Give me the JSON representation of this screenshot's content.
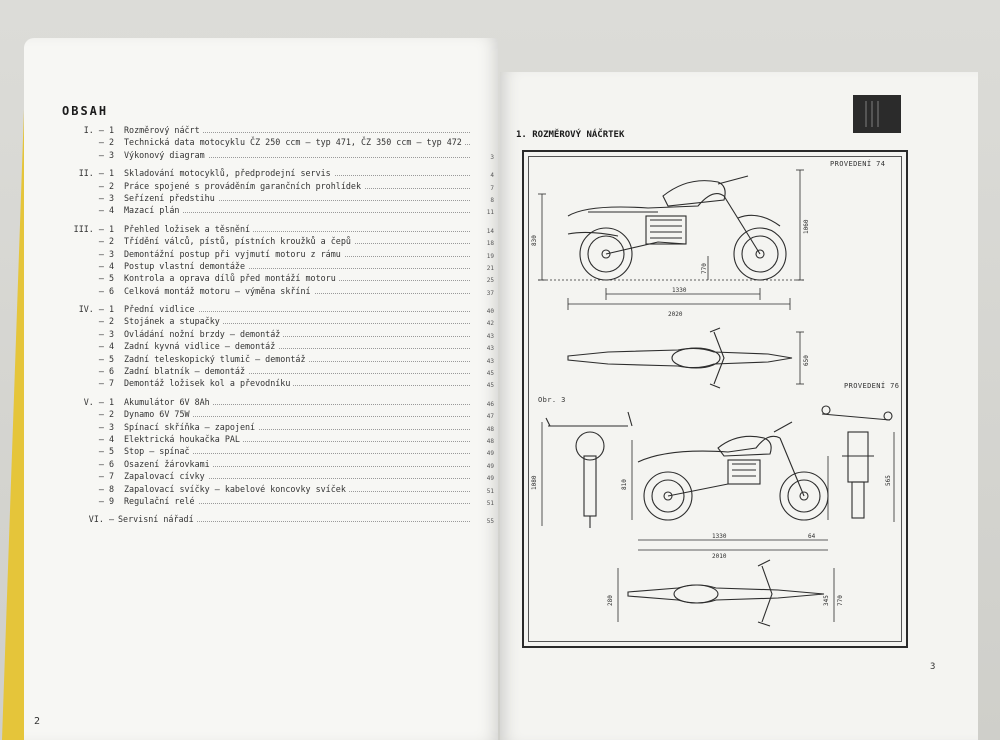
{
  "left_page": {
    "title": "OBSAH",
    "page_number": "2",
    "sections": [
      {
        "roman": "I.",
        "items": [
          {
            "num": "1",
            "text": "Rozměrový náčrt",
            "page": ""
          },
          {
            "num": "2",
            "text": "Technická data motocyklu ČZ 250 ccm — typ 471, ČZ 350 ccm — typ 472",
            "page": ""
          },
          {
            "num": "3",
            "text": "Výkonový diagram",
            "page": "3"
          }
        ]
      },
      {
        "roman": "II.",
        "items": [
          {
            "num": "1",
            "text": "Skladování motocyklů, předprodejní servis",
            "page": "4"
          },
          {
            "num": "2",
            "text": "Práce spojené s prováděním garančních prohlídek",
            "page": "7"
          },
          {
            "num": "3",
            "text": "Seřízení předstihu",
            "page": "8"
          },
          {
            "num": "4",
            "text": "Mazací plán",
            "page": "11"
          }
        ]
      },
      {
        "roman": "III.",
        "items": [
          {
            "num": "1",
            "text": "Přehled ložisek a těsnění",
            "page": "14"
          },
          {
            "num": "2",
            "text": "Třídění válců, pístů, pístních kroužků a čepů",
            "page": "18"
          },
          {
            "num": "3",
            "text": "Demontážní postup při vyjmutí motoru z rámu",
            "page": "19"
          },
          {
            "num": "4",
            "text": "Postup vlastní demontáže",
            "page": "21"
          },
          {
            "num": "5",
            "text": "Kontrola a oprava dílů před montáží motoru",
            "page": "25"
          },
          {
            "num": "6",
            "text": "Celková montáž motoru — výměna skříní",
            "page": "37"
          }
        ]
      },
      {
        "roman": "IV.",
        "items": [
          {
            "num": "1",
            "text": "Přední vidlice",
            "page": "40"
          },
          {
            "num": "2",
            "text": "Stojánek a stupačky",
            "page": "42"
          },
          {
            "num": "3",
            "text": "Ovládání nožní brzdy — demontáž",
            "page": "43"
          },
          {
            "num": "4",
            "text": "Zadní kyvná vidlice — demontáž",
            "page": "43"
          },
          {
            "num": "5",
            "text": "Zadní teleskopický tlumič — demontáž",
            "page": "43"
          },
          {
            "num": "6",
            "text": "Zadní blatník — demontáž",
            "page": "45"
          },
          {
            "num": "7",
            "text": "Demontáž ložisek kol a převodníku",
            "page": "45"
          }
        ]
      },
      {
        "roman": "V.",
        "items": [
          {
            "num": "1",
            "text": "Akumulátor 6V 8Ah",
            "page": "46"
          },
          {
            "num": "2",
            "text": "Dynamo 6V 75W",
            "page": "47"
          },
          {
            "num": "3",
            "text": "Spínací skříňka — zapojení",
            "page": "48"
          },
          {
            "num": "4",
            "text": "Elektrická houkačka PAL",
            "page": "48"
          },
          {
            "num": "5",
            "text": "Stop — spínač",
            "page": "49"
          },
          {
            "num": "6",
            "text": "Osazení žárovkami",
            "page": "49"
          },
          {
            "num": "7",
            "text": "Zapalovací cívky",
            "page": "49"
          },
          {
            "num": "8",
            "text": "Zapalovací svíčky — kabelové koncovky svíček",
            "page": "51"
          },
          {
            "num": "9",
            "text": "Regulační relé",
            "page": "51"
          }
        ]
      },
      {
        "roman": "VI.",
        "items": [
          {
            "num": "",
            "text": "Servisní nářadí",
            "page": "55"
          }
        ]
      }
    ]
  },
  "right_page": {
    "heading": "1. ROZMĚROVÝ NÁČRTEK",
    "label_top": "PROVEDENÍ 74",
    "label_bottom": "PROVEDENÍ 76",
    "figure_caption": "Obr. 3",
    "page_number": "3",
    "dimensions": {
      "upper_height_left": "830",
      "upper_height_right": "1060",
      "upper_wheelbase": "1330",
      "upper_length": "2020",
      "upper_step": "770",
      "upper_width": "650",
      "lower_front_height": "1080",
      "lower_seat": "810",
      "lower_wheelbase": "1330",
      "lower_length": "2010",
      "lower_ground": "64",
      "lower_width_a": "280",
      "lower_width_b": "345",
      "lower_width_c": "770",
      "lower_rear": "565"
    }
  }
}
